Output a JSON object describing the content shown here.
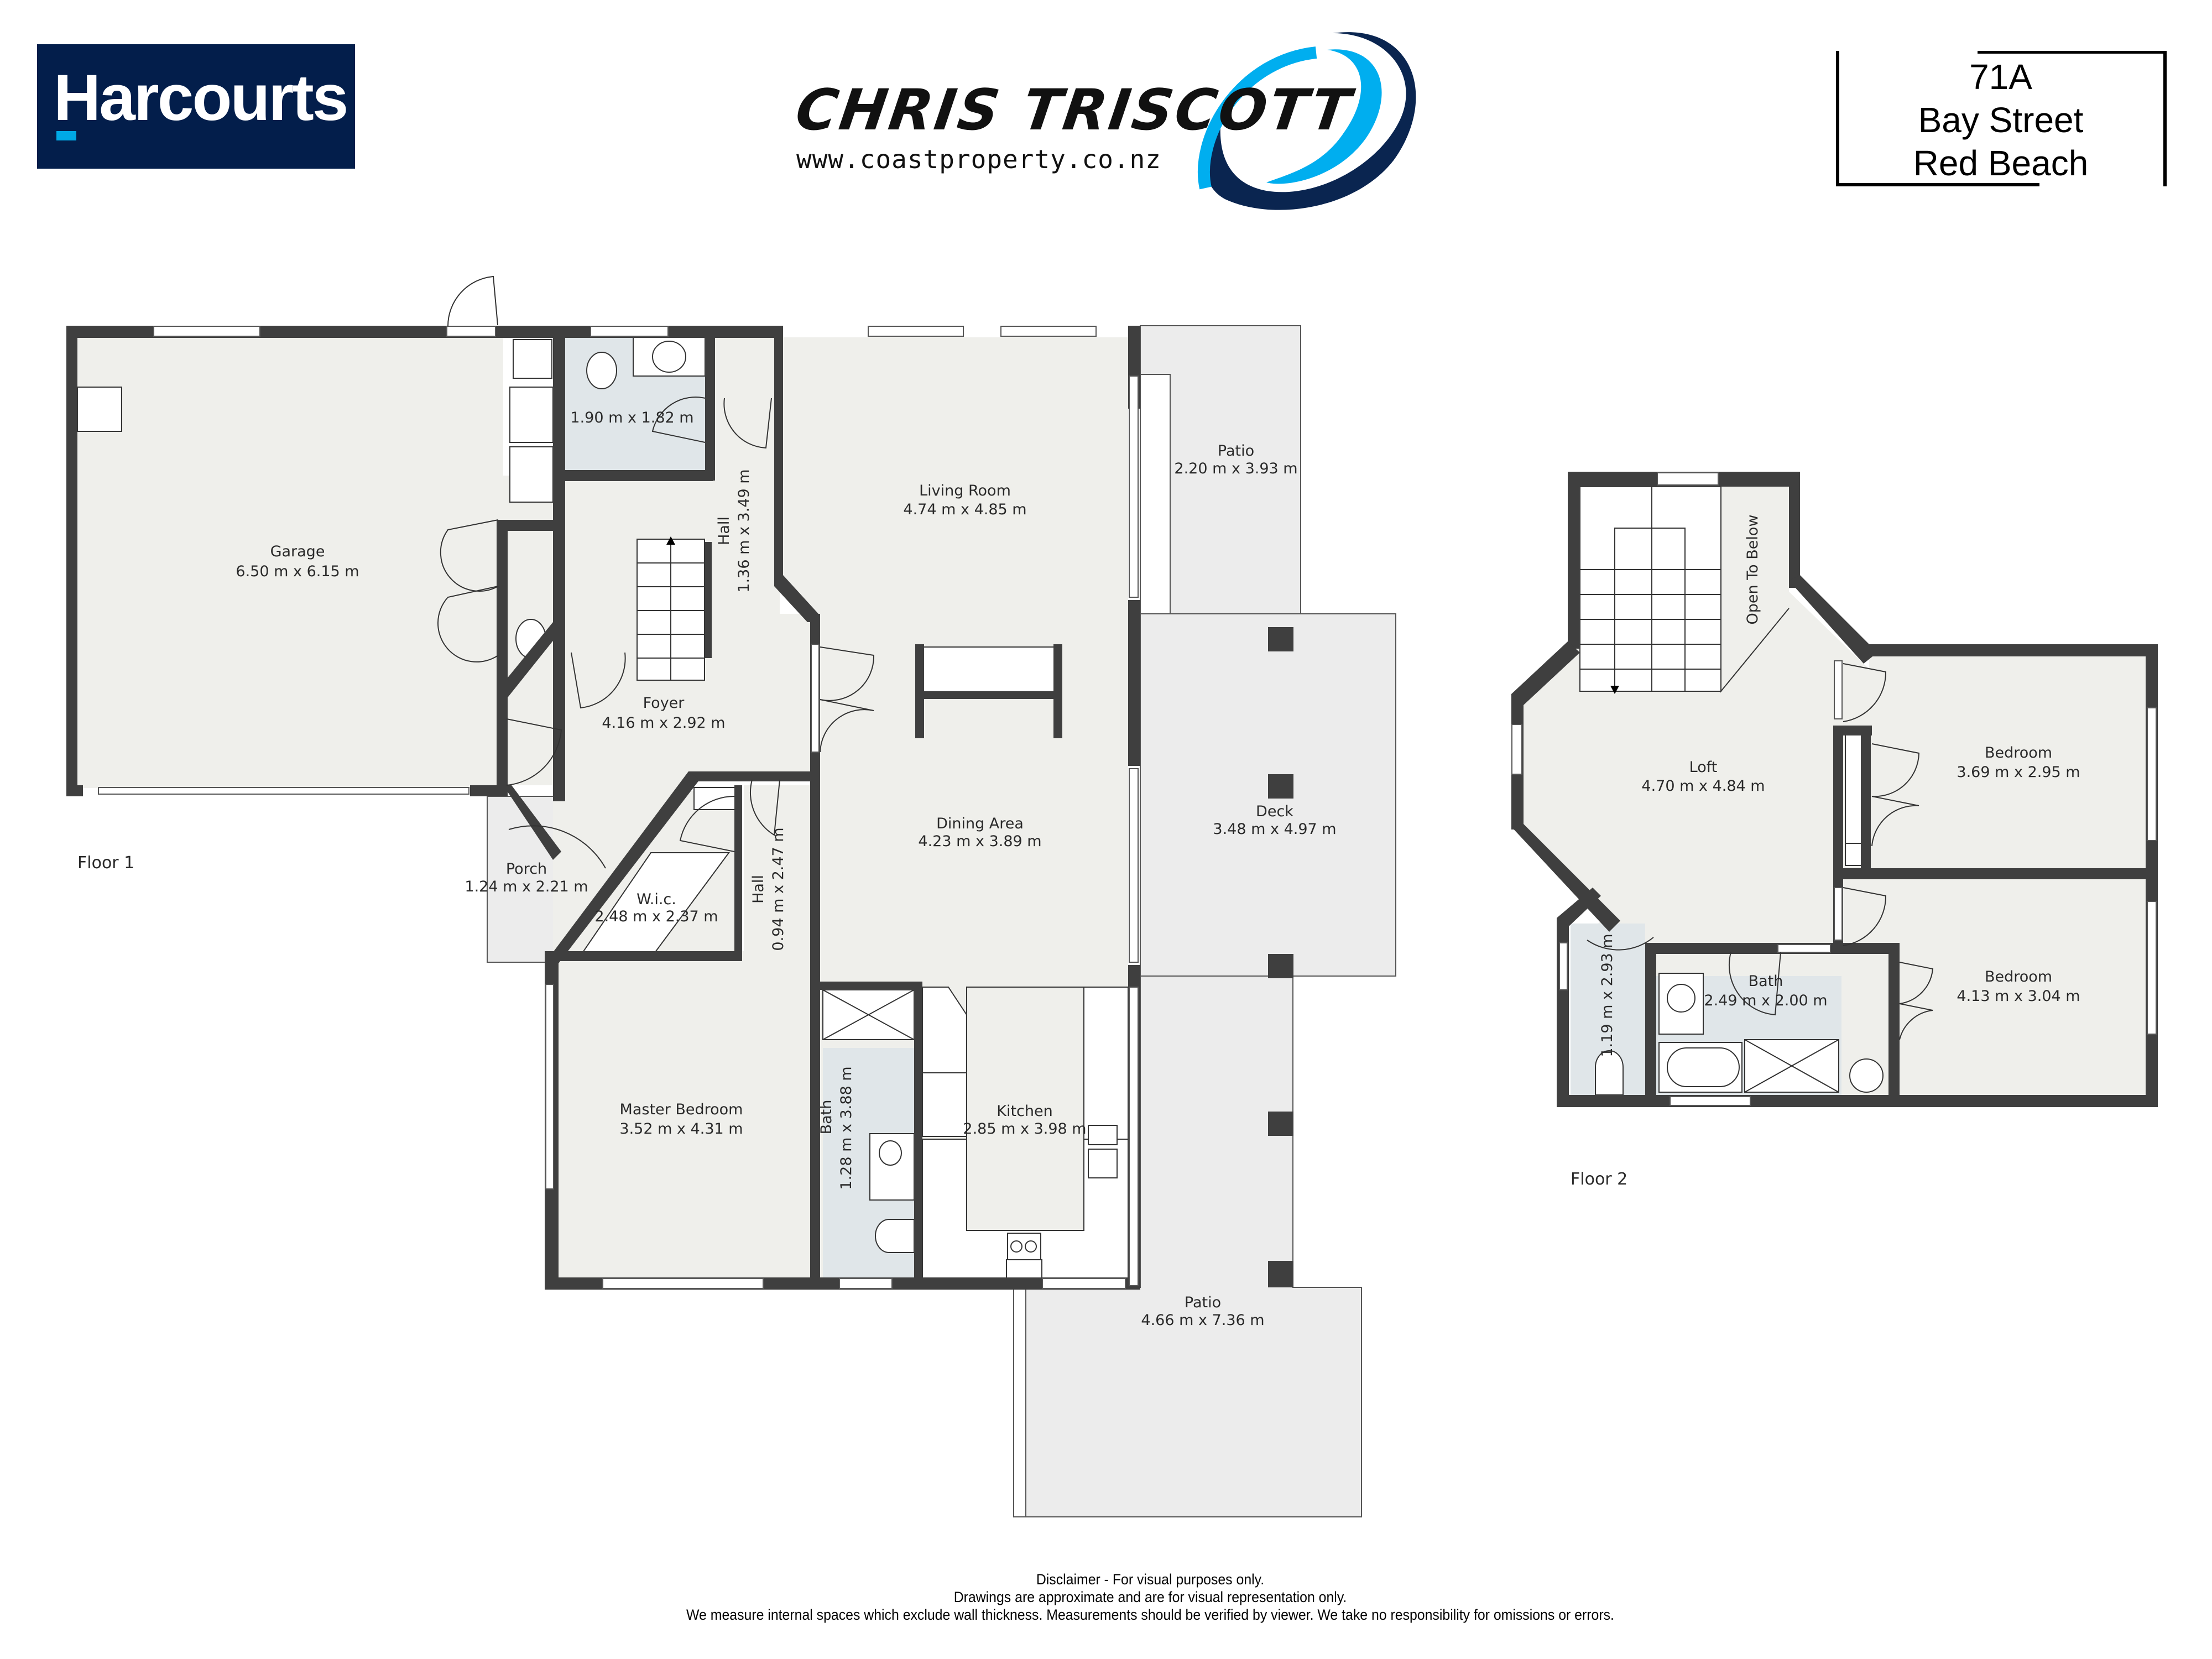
{
  "branding": {
    "agency_logo_text": "Harcourts",
    "agency_colors": {
      "navy": "#031e4b",
      "accent": "#00a9e6"
    },
    "agent_name": "CHRIS TRISCOTT",
    "agent_url": "www.coastproperty.co.nz",
    "agent_swoosh_colors": {
      "light": "#00aeef",
      "dark": "#0a2550"
    }
  },
  "address": {
    "line1": "71A",
    "line2": "Bay Street",
    "line3": "Red Beach"
  },
  "floors": [
    {
      "label": "Floor 1",
      "rooms": [
        {
          "name": "Garage",
          "size": "6.50 m x 6.15 m"
        },
        {
          "name": "",
          "size": "1.90 m x 1.82 m"
        },
        {
          "name": "Hall",
          "size": "1.36 m x 3.49 m",
          "rotated": true
        },
        {
          "name": "Living Room",
          "size": "4.74 m x 4.85 m"
        },
        {
          "name": "Patio",
          "size": "2.20 m x 3.93 m"
        },
        {
          "name": "Foyer",
          "size": "4.16 m x 2.92 m"
        },
        {
          "name": "Deck",
          "size": "3.48 m x 4.97 m"
        },
        {
          "name": "Dining Area",
          "size": "4.23 m x 3.89 m"
        },
        {
          "name": "Porch",
          "size": "1.24 m x 2.21 m"
        },
        {
          "name": "W.i.c.",
          "size": "2.48 m x 2.37 m"
        },
        {
          "name": "Hall",
          "size": "0.94 m x 2.47 m",
          "rotated": true
        },
        {
          "name": "Master Bedroom",
          "size": "3.52 m x 4.31 m"
        },
        {
          "name": "Bath",
          "size": "1.28 m x 3.88 m",
          "rotated": true
        },
        {
          "name": "Kitchen",
          "size": "2.85 m x 3.98 m"
        },
        {
          "name": "Patio",
          "size": "4.66 m x 7.36 m"
        }
      ]
    },
    {
      "label": "Floor 2",
      "rooms": [
        {
          "name": "Open To Below",
          "size": "",
          "rotated": true
        },
        {
          "name": "Loft",
          "size": "4.70 m x 4.84 m"
        },
        {
          "name": "Bedroom",
          "size": "3.69 m x 2.95 m"
        },
        {
          "name": "Bedroom",
          "size": "4.13 m x 3.04 m"
        },
        {
          "name": "Bath",
          "size": "2.49 m x 2.00 m"
        },
        {
          "name": "",
          "size": "1.19 m x 2.93 m",
          "rotated": true
        }
      ]
    }
  ],
  "disclaimer": {
    "line1": "Disclaimer - For visual purposes only.",
    "line2": "Drawings are approximate and are for visual representation only.",
    "line3": "We measure internal spaces which exclude wall thickness. Measurements should be verified by viewer. We take no responsibility for omissions or errors."
  }
}
